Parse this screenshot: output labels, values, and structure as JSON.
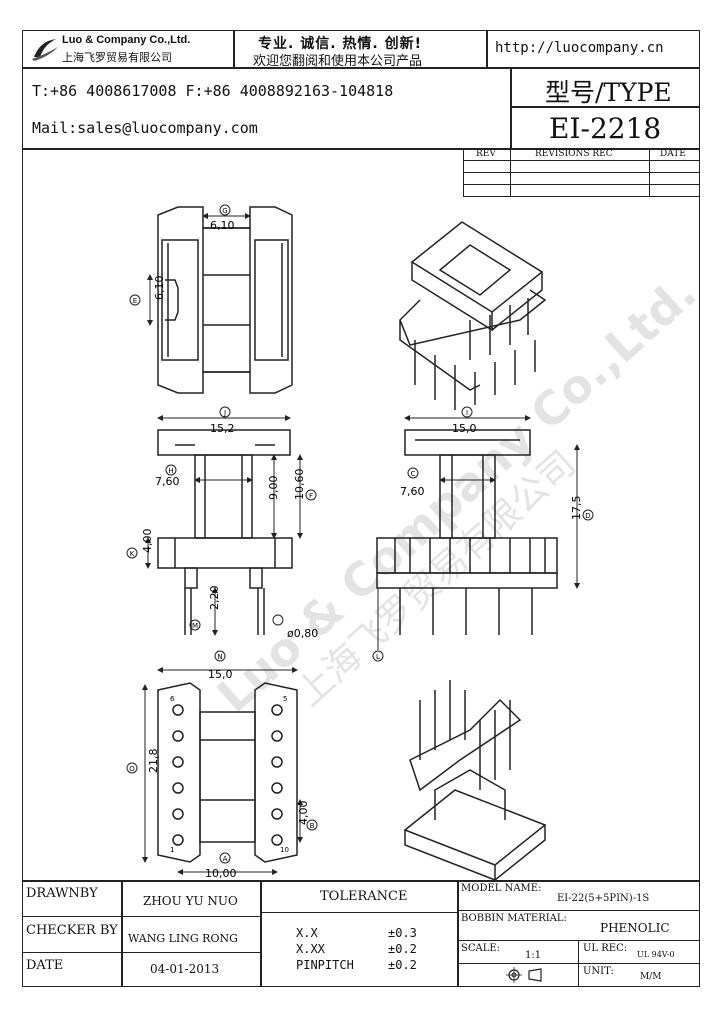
{
  "header": {
    "company_name_en": "Luo & Company Co.,Ltd.",
    "company_name_cn": "上海飞罗贸易有限公司",
    "slogan_line1": "专业. 诚信. 热情. 创新!",
    "slogan_line2": "欢迎您翻阅和使用本公司产品",
    "website": "http://luocompany.cn",
    "phone_fax": "T:+86 4008617008 F:+86 4008892163-104818",
    "mail": "Mail:sales@luocompany.com",
    "type_label": "型号/TYPE",
    "type_value": "EI-2218"
  },
  "revisions": {
    "col_rev": "REV",
    "col_revisions_rec": "REVISIONS REC",
    "col_date": "DATE"
  },
  "dimensions": {
    "top_view_width": "6,10",
    "top_view_height": "6,10",
    "front_width": "15,2",
    "front_inner": "7,60",
    "front_height_inner": "9,00",
    "front_height_outer": "10,60",
    "front_base": "4,00",
    "front_pin_len": "2,20",
    "front_pin_dia": "ø0,80",
    "side_width": "15,0",
    "side_inner": "7,60",
    "side_height": "17,5",
    "bottom_width": "15,0",
    "bottom_height": "21,8",
    "bottom_pitch": "4,00",
    "bottom_base": "10,00",
    "pin_label_6": "6",
    "pin_label_1": "1",
    "pin_label_5": "5",
    "pin_label_10": "10",
    "circle_labels": [
      "G",
      "H",
      "J",
      "F",
      "E",
      "K",
      "M",
      "L",
      "I",
      "D",
      "C",
      "N",
      "O",
      "B",
      "A"
    ]
  },
  "watermark": {
    "text_en": "Luo & Company Co.,Ltd.",
    "text_cn": "上海飞罗贸易有限公司"
  },
  "footer": {
    "drawnby_label": "DRAWNBY",
    "drawnby_value": "ZHOU YU NUO",
    "checker_label": "CHECKER BY",
    "checker_value": "WANG LING RONG",
    "date_label": "DATE",
    "date_value": "04-01-2013",
    "tolerance_label": "TOLERANCE",
    "tol_rows": [
      {
        "k": "X.X",
        "v": "±0.3"
      },
      {
        "k": "X.XX",
        "v": "±0.2"
      },
      {
        "k": "PINPITCH",
        "v": "±0.2"
      }
    ],
    "model_name_label": "MODEL NAME:",
    "model_name_value": "EI-22(5+5PIN)-1S",
    "bobbin_material_label": "BOBBIN MATERIAL:",
    "bobbin_material_value": "PHENOLIC",
    "scale_label": "SCALE:",
    "scale_value": "1:1",
    "ul_rec_label": "UL REC:",
    "ul_rec_value": "UL 94V-0",
    "unit_label": "UNIT:",
    "unit_value": "M/M"
  }
}
